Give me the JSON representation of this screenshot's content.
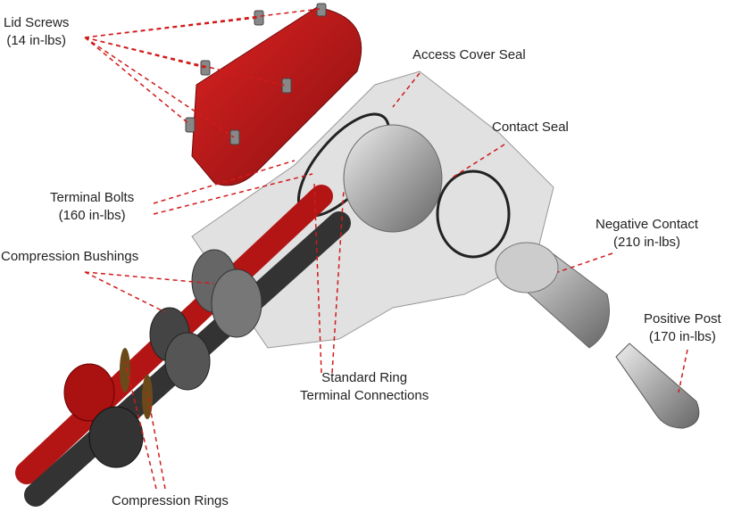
{
  "labels": {
    "lid_screws": {
      "name": "Lid Screws",
      "torque": "(14 in-lbs)"
    },
    "access_cover_seal": {
      "name": "Access Cover Seal"
    },
    "contact_seal": {
      "name": "Contact Seal"
    },
    "terminal_bolts": {
      "name": "Terminal Bolts",
      "torque": "(160 in-lbs)"
    },
    "negative_contact": {
      "name": "Negative Contact",
      "torque": "(210 in-lbs)"
    },
    "compression_bushings": {
      "name": "Compression Bushings"
    },
    "positive_post": {
      "name": "Positive Post",
      "torque": "(170 in-lbs)"
    },
    "ring_terminals": {
      "line1": "Standard Ring",
      "line2": "Terminal Connections"
    },
    "compression_rings": {
      "name": "Compression Rings"
    }
  },
  "colors": {
    "leader": "#d11a1a",
    "lid": "#b51a1a",
    "housing": "#c9c9c9",
    "metal": "#a9a9a9",
    "dark": "#3b3b3b"
  }
}
